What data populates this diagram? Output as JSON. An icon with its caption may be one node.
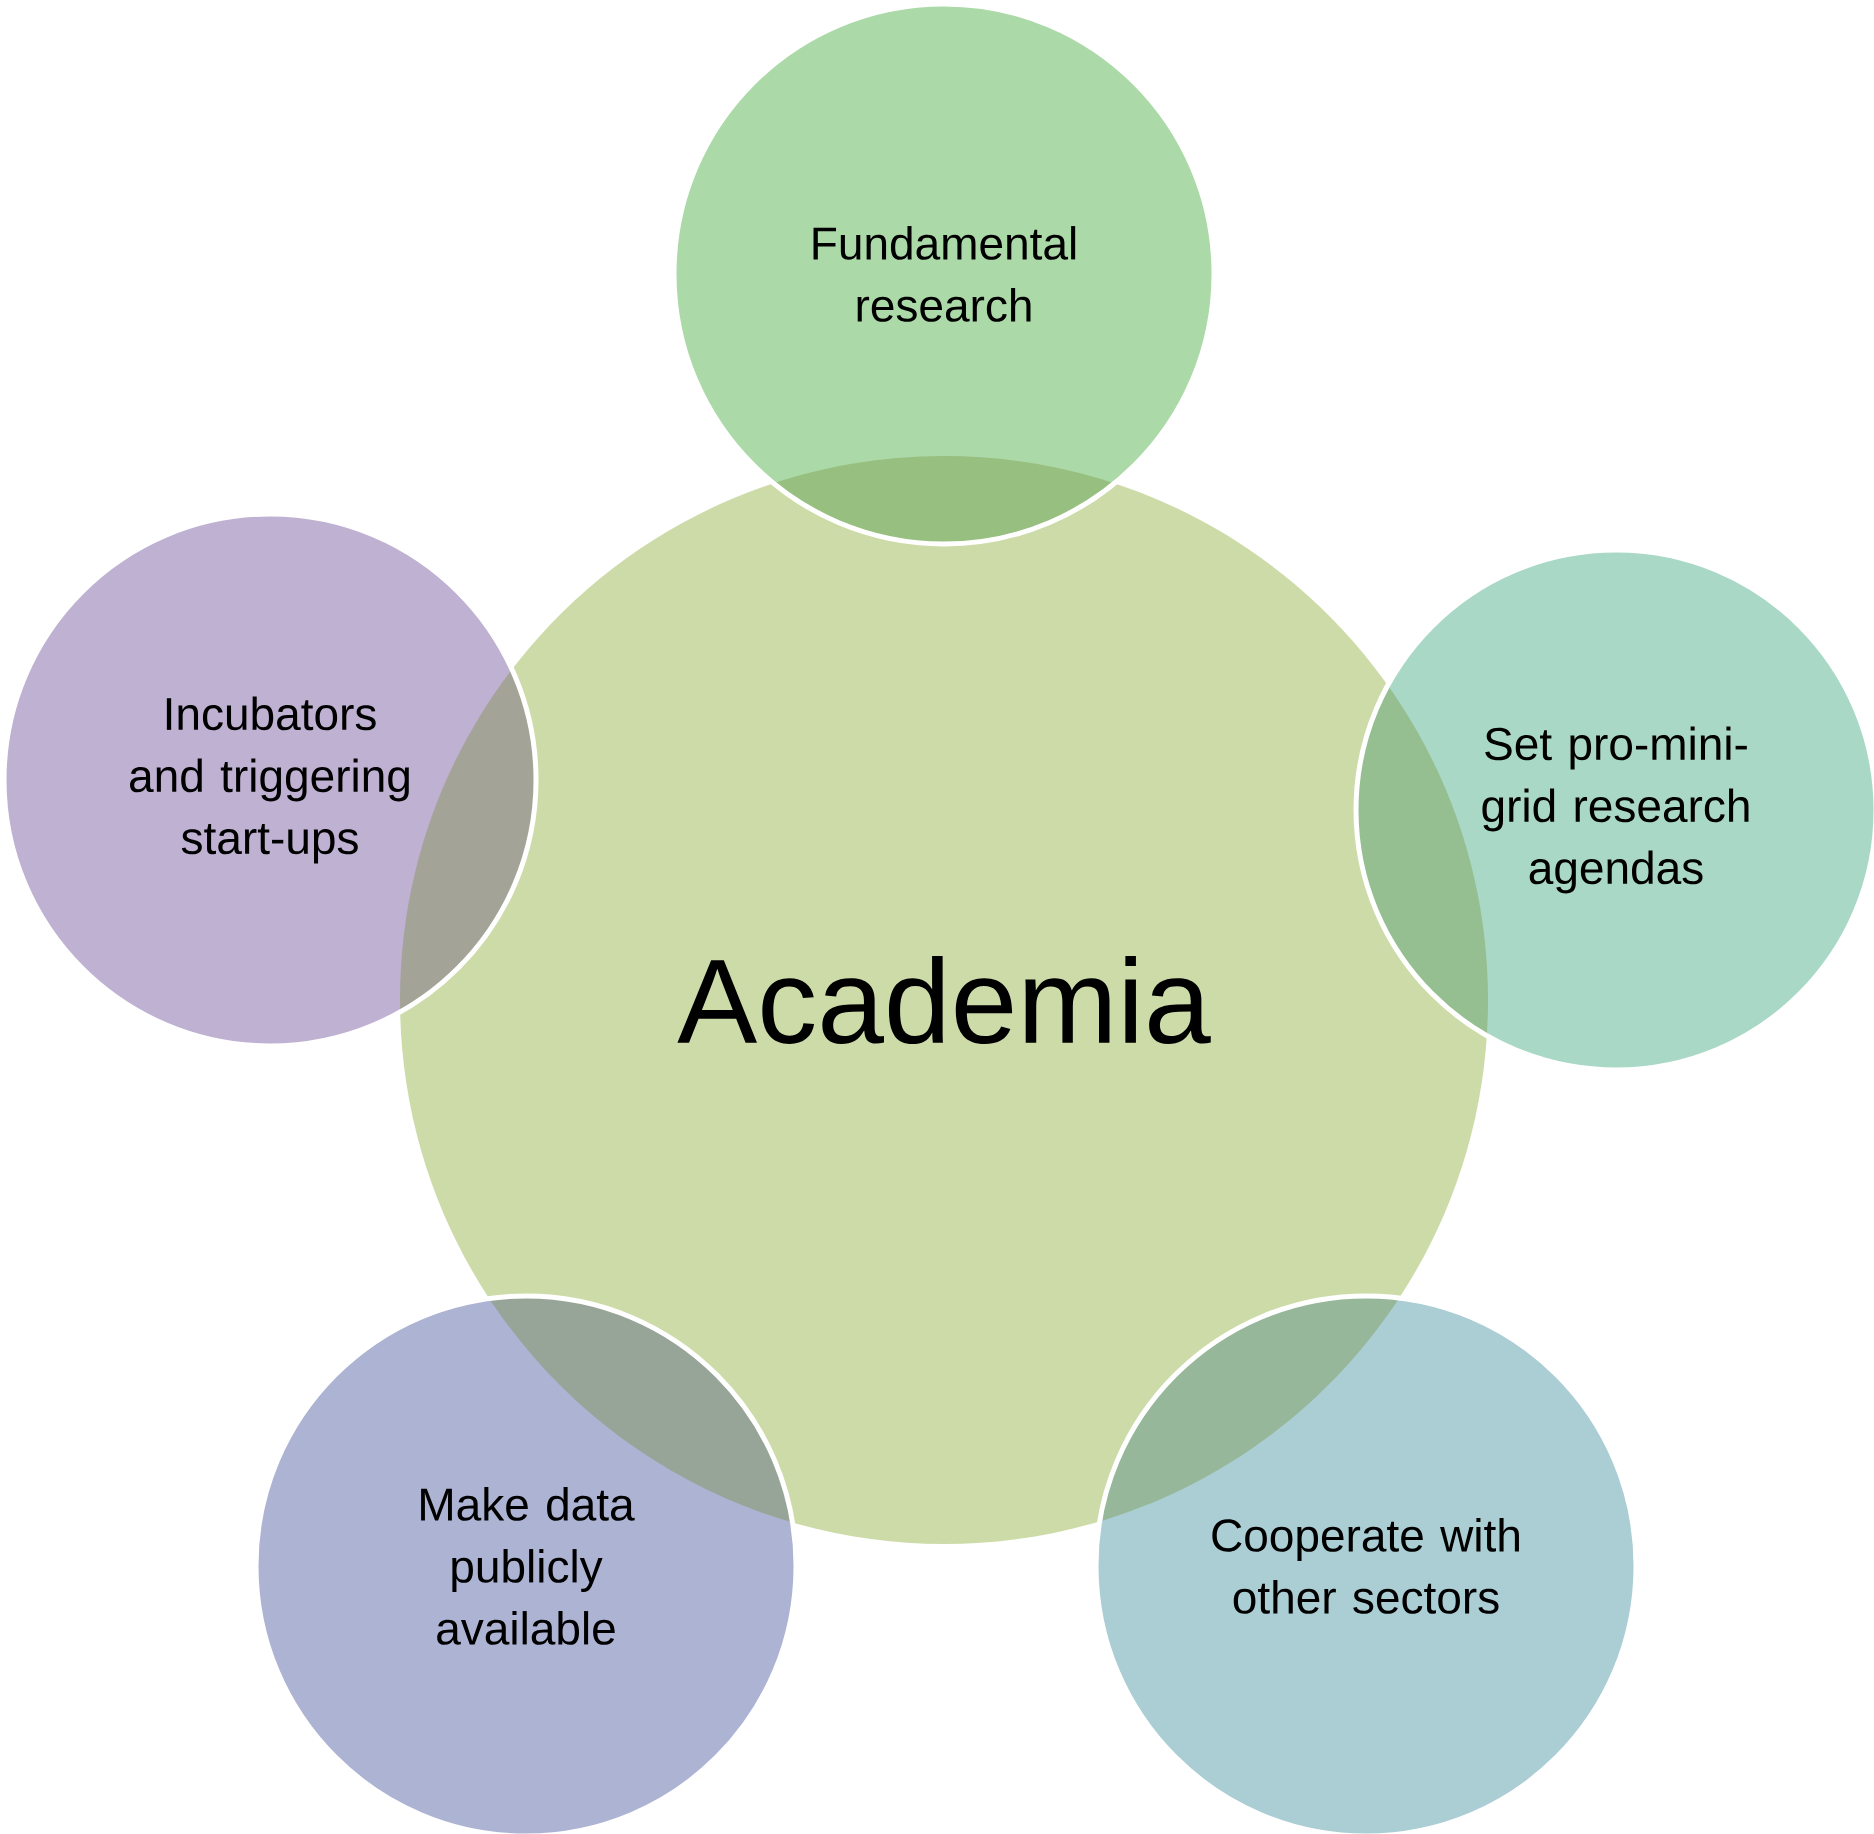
{
  "diagram": {
    "nodes": [
      {
        "text": [
          "Academia"
        ]
      },
      {
        "text": [
          "Fundamental research"
        ]
      },
      {
        "text": [
          "Set pro-mini-grid research agendas"
        ]
      },
      {
        "text": [
          "Cooperate with other sectors"
        ]
      },
      {
        "text": [
          "Make data publicly available"
        ]
      },
      {
        "text": [
          "Incubators and triggering start-ups"
        ]
      }
    ]
  }
}
